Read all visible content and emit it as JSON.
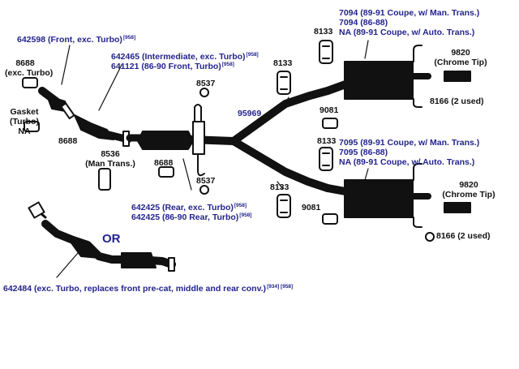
{
  "palette": {
    "part_number_color": "#23238c",
    "label_color": "#111111",
    "pipe_color": "#111111"
  },
  "labels": {
    "p642598": {
      "text": "642598 (Front, exc. Turbo)",
      "note": "[958]"
    },
    "p642465": {
      "text": "642465 (Intermediate, exc. Turbo)",
      "note": "[958]"
    },
    "p641121": {
      "text": "641121 (86-90 Front, Turbo)",
      "note": "[958]"
    },
    "p8688_exc_l1": "8688",
    "p8688_exc_l2": "(exc. Turbo)",
    "gasket_l1": "Gasket",
    "gasket_l2": "(Turbo)",
    "gasket_l3": "NA",
    "p8688_a": "8688",
    "p8688_b": "8688",
    "p8536_l1": "8536",
    "p8536_l2": "(Man Trans.)",
    "p8537_top": "8537",
    "p8537_bot": "8537",
    "p95969": "95969",
    "p8133_a": "8133",
    "p8133_b": "8133",
    "p8133_c": "8133",
    "p8133_d": "8133",
    "p9081_a": "9081",
    "p9081_b": "9081",
    "p7094_l1": "7094 (89-91 Coupe, w/ Man. Trans.)",
    "p7094_l2": "7094 (86-88)",
    "p7094_l3": "NA (89-91 Coupe, w/ Auto. Trans.)",
    "p7095_l1": "7095 (89-91 Coupe, w/ Man. Trans.)",
    "p7095_l2": "7095 (86-88)",
    "p7095_l3": "NA (89-91 Coupe, w/ Auto. Trans.)",
    "p9820_top_l1": "9820",
    "p9820_top_l2": "(Chrome Tip)",
    "p9820_bot_l1": "9820",
    "p9820_bot_l2": "(Chrome Tip)",
    "p8166_top": "8166 (2 used)",
    "p8166_bot": "8166 (2 used)",
    "p642425_a": {
      "text": "642425 (Rear, exc. Turbo)",
      "note": "[958]"
    },
    "p642425_b": {
      "text": "642425 (86-90 Rear, Turbo)",
      "note": "[958]"
    },
    "or_text": "OR",
    "p642484": {
      "text": "642484 (exc. Turbo, replaces front pre-cat, middle and rear conv.)",
      "note": "[934] [958]"
    }
  }
}
